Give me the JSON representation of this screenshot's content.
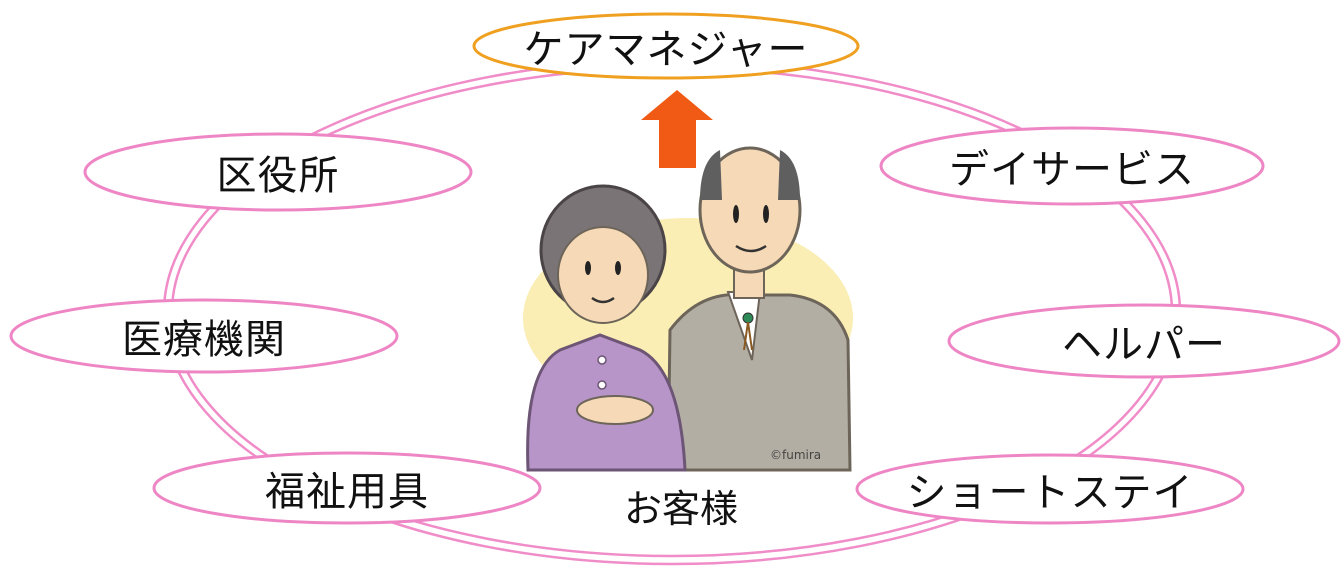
{
  "diagram": {
    "top_node": "ケアマネジャー",
    "nodes": {
      "ward_office": "区役所",
      "day_service": "デイサービス",
      "medical": "医療機関",
      "helper": "ヘルパー",
      "welfare_equipment": "福祉用具",
      "short_stay": "ショートステイ"
    },
    "center": "お客様",
    "illustration_credit": "©fumira"
  },
  "colors": {
    "ring": "#f08cc8",
    "node_border": "#ee86c5",
    "top_border": "#f0a020",
    "arrow": "#f05a14",
    "backdrop": "#fbeeb4"
  },
  "icons": [
    "up-arrow-icon",
    "elderly-couple-illustration"
  ]
}
